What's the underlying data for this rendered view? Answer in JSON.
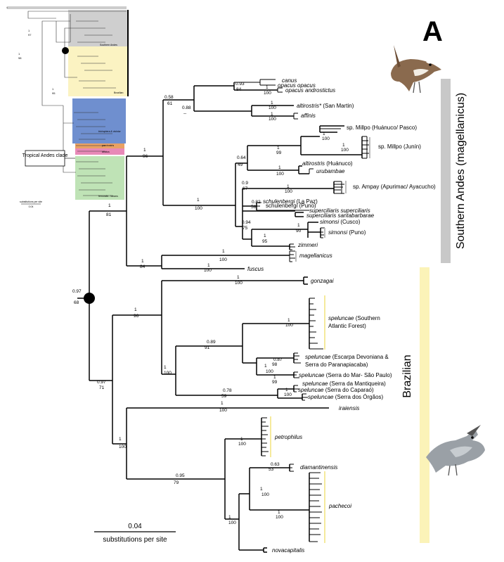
{
  "panel_label": "A",
  "scale": {
    "value": "0.04",
    "label": "substitutions per site"
  },
  "inset": {
    "box_label": "Tropical Andes clade",
    "blocks": [
      {
        "label": "Southern Andes",
        "color": "#cfcfcf"
      },
      {
        "label": "Brazilian",
        "color": "#fbf3c2"
      },
      {
        "label": "trichoptera & vicinior",
        "color": "#6f8fcf"
      },
      {
        "label": "parvirostris",
        "color": "#e9a164"
      },
      {
        "label": "atratus",
        "color": "#e889b7"
      },
      {
        "label": "femoralis - latrans",
        "color": "#bfe3b6"
      }
    ],
    "supports": [
      "1",
      "97",
      "1",
      "95",
      "1",
      "98"
    ],
    "scale_value": "0.04",
    "scale_label": "substitutions per site"
  },
  "supports": [
    "0.97",
    "68",
    "1",
    "81",
    "0.97",
    "71",
    "0.58",
    "61",
    "1",
    "96",
    "1",
    "100",
    "0.93",
    "84",
    "1",
    "100",
    "0.88",
    "--",
    "1",
    "100",
    "1",
    "100",
    "1",
    "99",
    "1",
    "100",
    "1",
    "100",
    "0.64",
    "49",
    "1",
    "100",
    "0.9",
    "67",
    "1",
    "100",
    "0.82",
    "58",
    "0.94",
    "75",
    "1",
    "95",
    "1",
    "90",
    "1",
    "84",
    "1",
    "100",
    "1",
    "100",
    "1",
    "100",
    "1",
    "96",
    "1",
    "100",
    "0.89",
    "91",
    "1",
    "100",
    "0.87",
    "98",
    "1",
    "100",
    "1",
    "99",
    "1",
    "100",
    "0.78",
    "59",
    "1",
    "100",
    "1",
    "100",
    "1",
    "100",
    "0.95",
    "79",
    "1",
    "100",
    "0.63",
    "53",
    "1",
    "100",
    "1",
    "100"
  ],
  "tips": [
    {
      "name": "canus",
      "suffix": ""
    },
    {
      "name": "opacus opacus",
      "suffix": ""
    },
    {
      "name": "opacus androstictus",
      "suffix": ""
    },
    {
      "name": "altirostris*",
      "suffix": " (San Martin)"
    },
    {
      "name": "affinis",
      "suffix": ""
    },
    {
      "name": "",
      "suffix": "sp. Millpo (Huánuco/ Pasco)"
    },
    {
      "name": "",
      "suffix": "sp. Millpo (Junín)"
    },
    {
      "name": "altirostris",
      "suffix": " (Huánuco)"
    },
    {
      "name": "urubambae",
      "suffix": ""
    },
    {
      "name": "",
      "suffix": "sp. Ampay (Apurimac/ Ayacucho)"
    },
    {
      "name": "schulenbergi",
      "suffix": " (La Paz)"
    },
    {
      "name": "",
      "suffix": "schulenbergi (Puno)"
    },
    {
      "name": "superciliaris superciliaris",
      "suffix": ""
    },
    {
      "name": "superciliaris santabarbarae",
      "suffix": ""
    },
    {
      "name": "simonsi",
      "suffix": " (Cusco)"
    },
    {
      "name": "simonsi",
      "suffix": " (Puno)"
    },
    {
      "name": "zimmeri",
      "suffix": ""
    },
    {
      "name": "magellanicus",
      "suffix": ""
    },
    {
      "name": "fuscus",
      "suffix": ""
    },
    {
      "name": "gonzagai",
      "suffix": ""
    },
    {
      "name": "speluncae",
      "suffix": " (Southern"
    },
    {
      "name": "",
      "suffix": "Atlantic Forest)"
    },
    {
      "name": "speluncae",
      "suffix": " (Escarpa Devoniana &"
    },
    {
      "name": "",
      "suffix": "Serra do Paranapiacaba)"
    },
    {
      "name": "speluncae",
      "suffix": " (Serra do Mar- São Paulo)"
    },
    {
      "name": "speluncae",
      "suffix": " (Serra da Mantiqueira)"
    },
    {
      "name": "speluncae",
      "suffix": " (Serra do Caparaó)"
    },
    {
      "name": "speluncae",
      "suffix": " (Serra dos Órgãos)"
    },
    {
      "name": "iraiensis",
      "suffix": ""
    },
    {
      "name": "petrophilus",
      "suffix": ""
    },
    {
      "name": "diamantinensis",
      "suffix": ""
    },
    {
      "name": "pachecoi",
      "suffix": ""
    },
    {
      "name": "novacapitalis",
      "suffix": ""
    }
  ],
  "clade_bars": [
    {
      "label": "Southern Andes (magellanicus)",
      "color": "#c8c8c8"
    },
    {
      "label": "Brazilian",
      "color": "#fbf3b8"
    }
  ],
  "colors": {
    "southern_bar": "#c8c8c8",
    "brazilian_bar": "#fbf3b8",
    "branch": "#000000"
  },
  "icons": [
    "southern-andes-bird-icon",
    "brazilian-bird-icon"
  ]
}
